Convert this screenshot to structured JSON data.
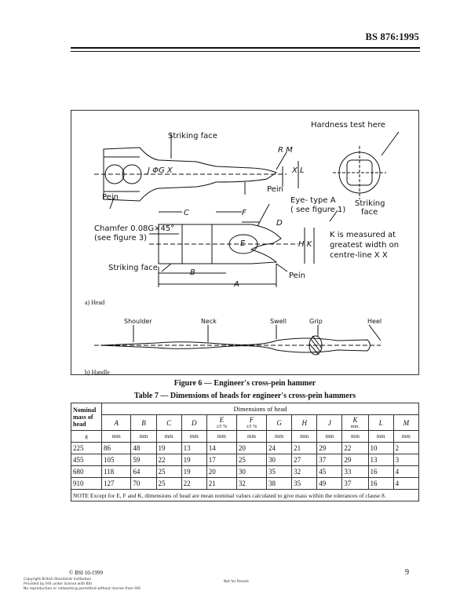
{
  "header": {
    "standard": "BS 876:1995"
  },
  "figure": {
    "labels": {
      "hardness": "Hardness test here",
      "striking_face_top": "Striking face",
      "rm": "R M",
      "jgx": "J ΦG X",
      "xl": "X  L",
      "pein_left": "Pein",
      "pein_mid": "Pein",
      "eye_type_1": "Eye- type A",
      "eye_type_2": "( see figure 1)",
      "striking_right_1": "Striking",
      "striking_right_2": "face",
      "c": "C",
      "f": "F",
      "d": "D",
      "e": "E",
      "chamfer_1": "Chamfer 0.08G×45°",
      "chamfer_2": "(see figure 3)",
      "hk": "H  K",
      "k_note_1": "K is measured at",
      "k_note_2": "greatest width on",
      "k_note_3": "centre-line X X",
      "striking_face_bottom": "Striking face",
      "b": "B",
      "a": "A",
      "pein_bottom": "Pein",
      "sub_a": "a) Head",
      "shoulder": "Shoulder",
      "neck": "Neck",
      "swell": "Swell",
      "grip": "Grip",
      "heel": "Heel",
      "sub_b": "b) Handle"
    },
    "caption": "Figure 6 — Engineer's cross-pein hammer"
  },
  "table": {
    "caption": "Table 7 — Dimensions of heads for engineer's cross-pein hammers",
    "nominal_label": "Nominal mass of head",
    "dims_label": "Dimensions of head",
    "columns": [
      "A",
      "B",
      "C",
      "D",
      "E",
      "F",
      "G",
      "H",
      "J",
      "K",
      "L",
      "M"
    ],
    "tolerances": [
      "",
      "",
      "",
      "",
      "±5 %",
      "±5 %",
      "",
      "",
      "",
      "min.",
      "",
      ""
    ],
    "units_first": "g",
    "units": [
      "mm",
      "mm",
      "mm",
      "mm",
      "mm",
      "mm",
      "mm",
      "mm",
      "mm",
      "mm",
      "mm",
      "mm"
    ],
    "rows": [
      [
        "225",
        "86",
        "48",
        "19",
        "13",
        "14",
        "20",
        "24",
        "21",
        "29",
        "22",
        "10",
        "2"
      ],
      [
        "455",
        "105",
        "59",
        "22",
        "19",
        "17",
        "25",
        "30",
        "27",
        "37",
        "29",
        "13",
        "3"
      ],
      [
        "680",
        "118",
        "64",
        "25",
        "19",
        "20",
        "30",
        "35",
        "32",
        "45",
        "33",
        "16",
        "4"
      ],
      [
        "910",
        "127",
        "70",
        "25",
        "22",
        "21",
        "32",
        "38",
        "35",
        "49",
        "37",
        "16",
        "4"
      ]
    ],
    "note": "NOTE   Except for E, F and K, dimensions of head are mean nominal values calculated to give mass within the tolerances of clause 8."
  },
  "footer": {
    "date": "© BSI 10-1999",
    "copyright_1": "Copyright British Standards Institution",
    "copyright_2": "Provided by IHS under license with BSI",
    "copyright_3": "No reproduction or networking permitted without license from IHS",
    "not_resale": "Not for Resale",
    "page": "9"
  }
}
